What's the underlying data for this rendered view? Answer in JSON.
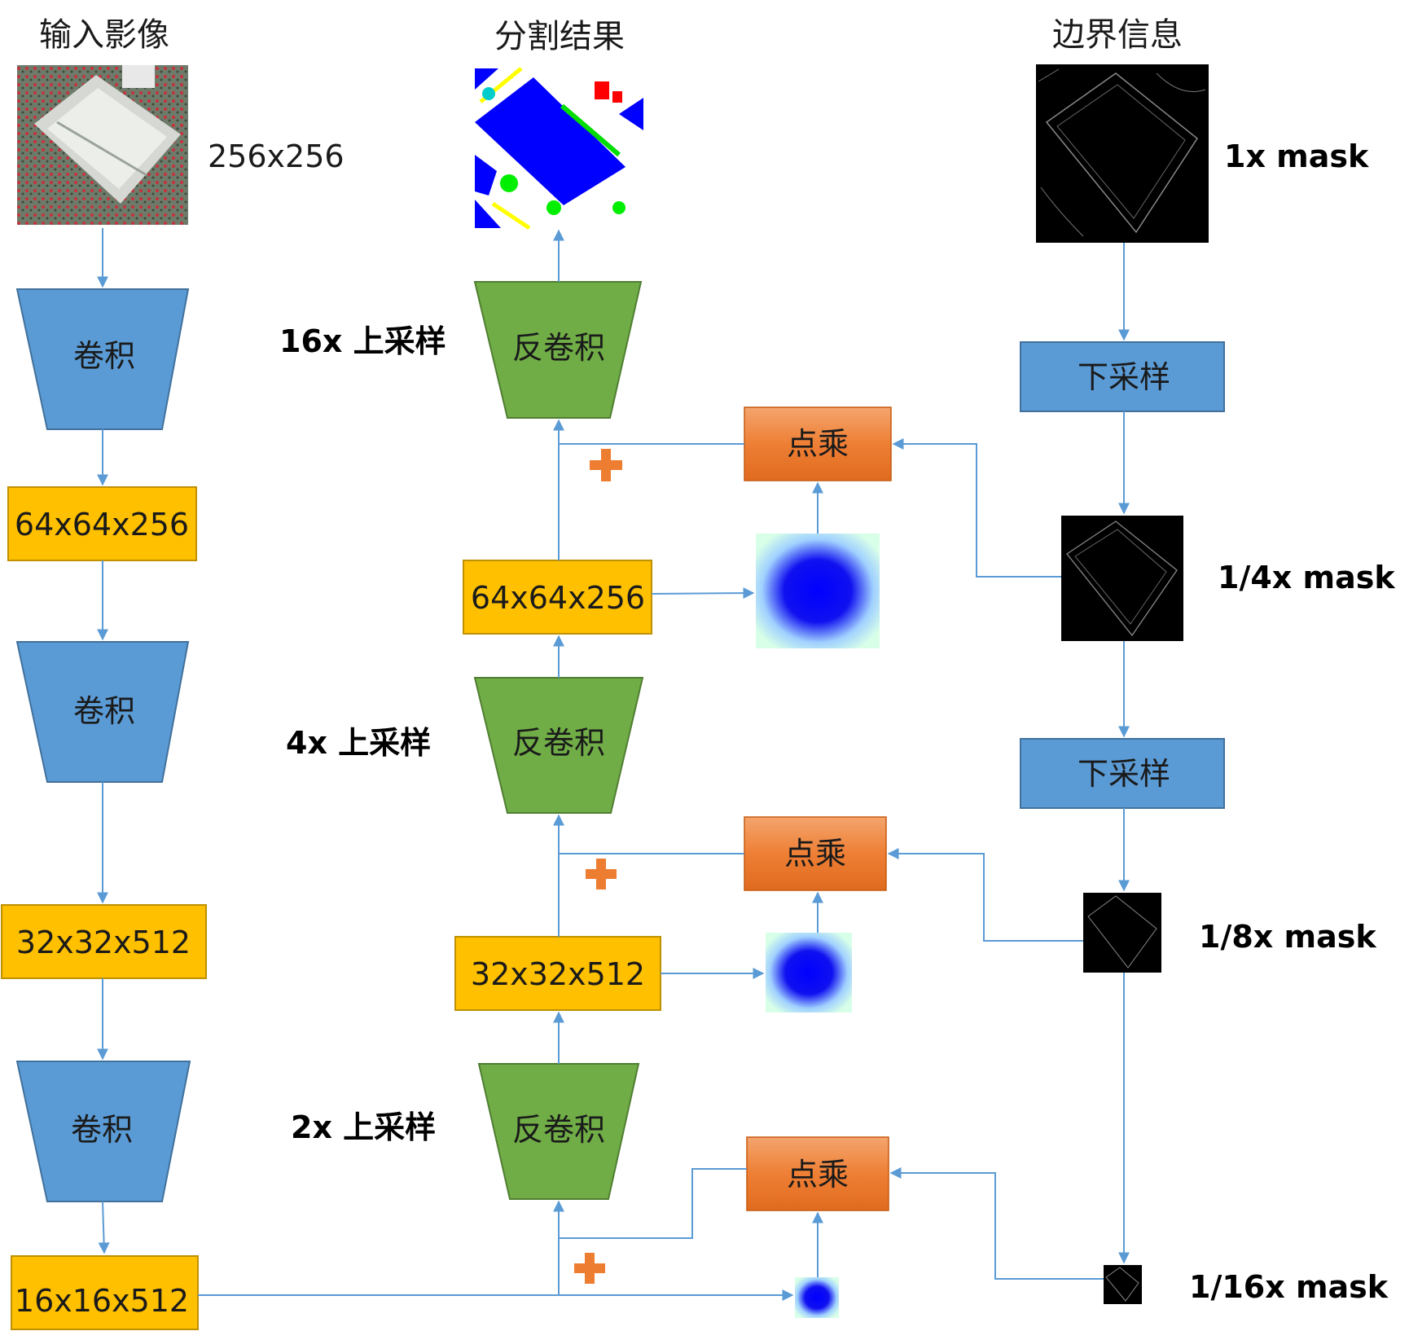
{
  "headers": {
    "input": "输入影像",
    "segmentation": "分割结果",
    "boundary": "边界信息"
  },
  "input_size": "256x256",
  "encoder": {
    "conv_label": "卷积",
    "features": [
      "64x64x256",
      "32x32x512",
      "16x16x512"
    ]
  },
  "decoder": {
    "deconv_label": "反卷积",
    "upsample_labels": [
      "16x 上采样",
      "4x 上采样",
      "2x 上采样"
    ],
    "features": [
      "64x64x256",
      "32x32x512"
    ]
  },
  "multiply_label": "点乘",
  "plus_symbol": "+",
  "downsample_label": "下采样",
  "mask_labels": [
    "1x mask",
    "1/4x mask",
    "1/8x mask",
    "1/16x mask"
  ],
  "colors": {
    "conv": "#5b9bd5",
    "deconv": "#70ad47",
    "feature": "#ffc000",
    "multiply": "#ed7d31",
    "downsample": "#5b9bd5",
    "plus": "#ed7d31",
    "connector": "#5b9bd5"
  }
}
